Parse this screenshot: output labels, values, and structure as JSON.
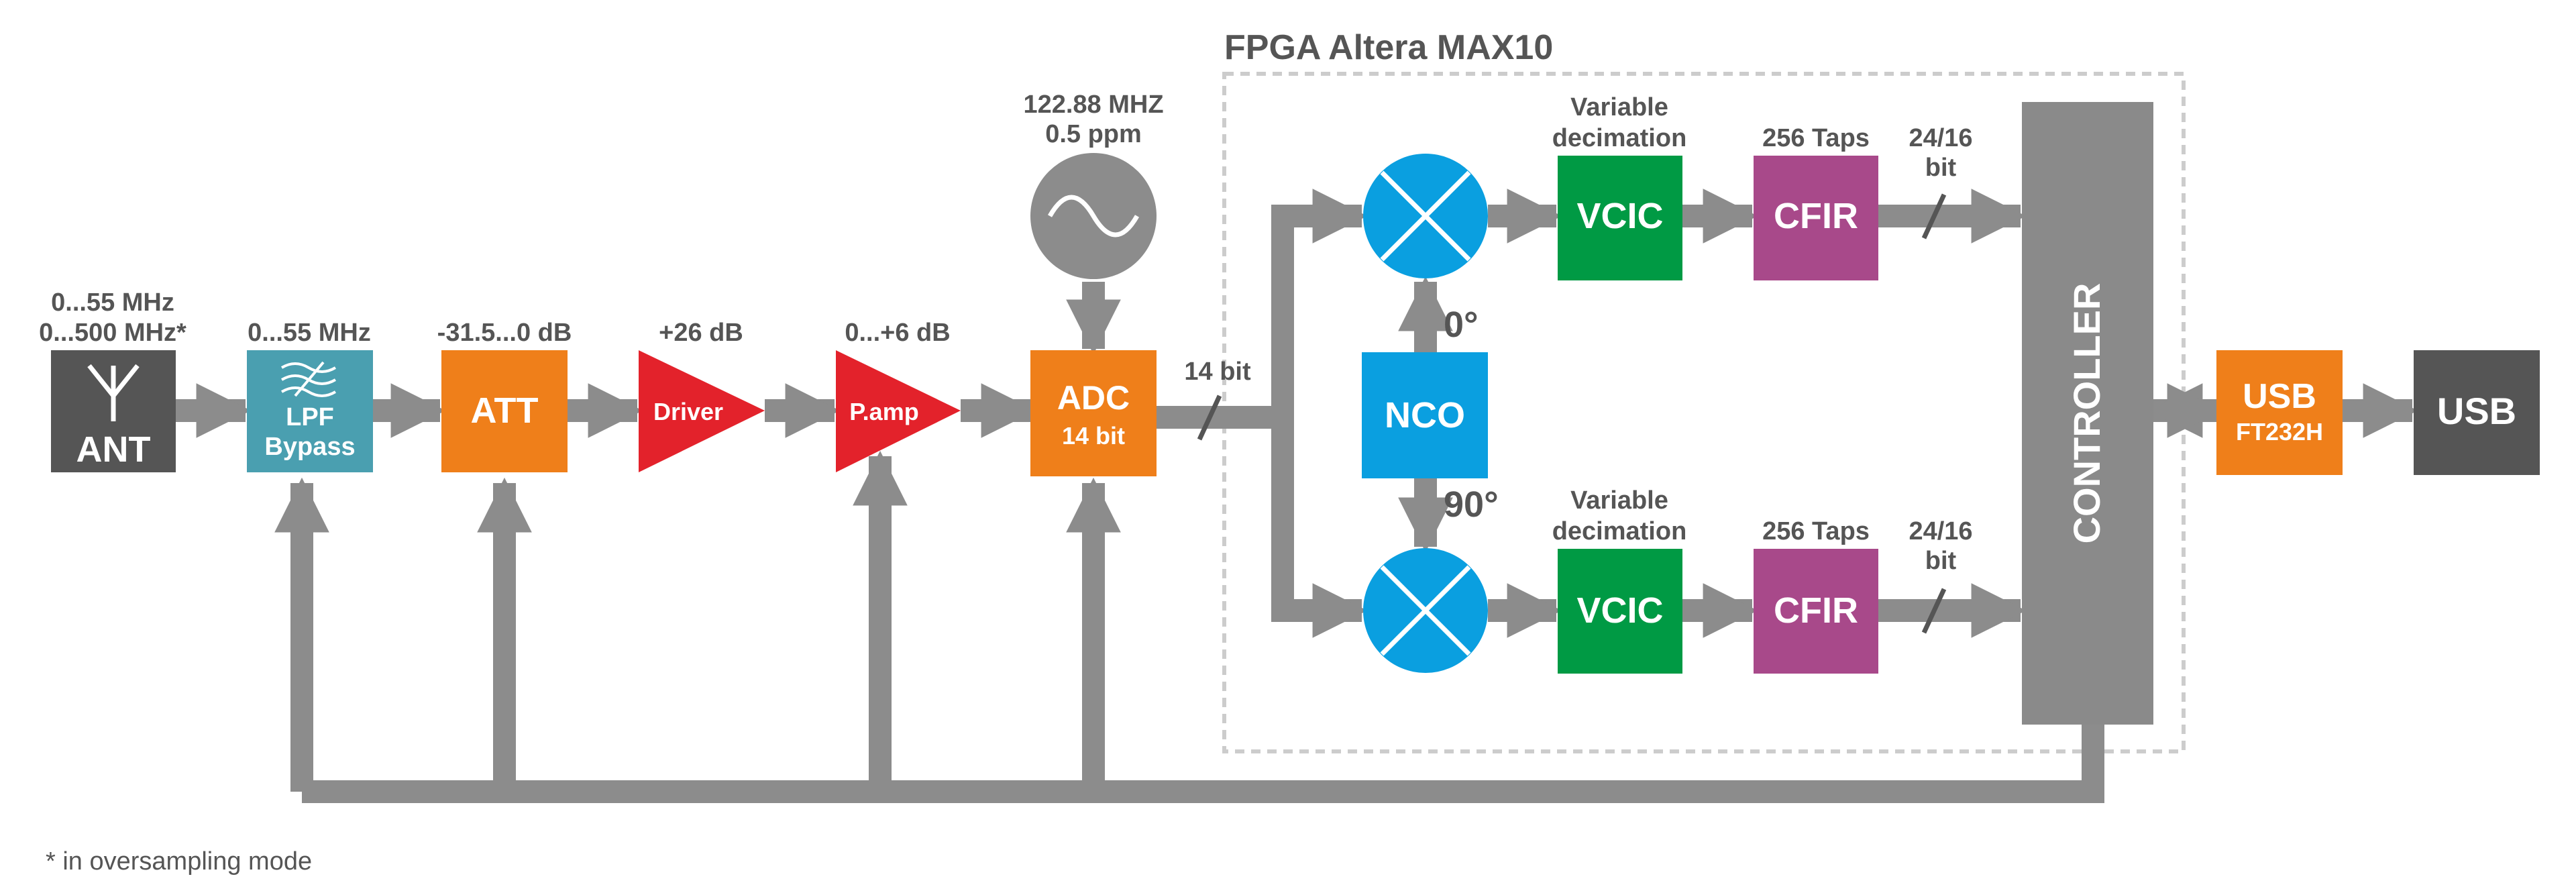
{
  "fpga": {
    "title": "FPGA Altera MAX10"
  },
  "footnote": "* in oversampling mode",
  "antenna": {
    "freq_line1": "0...55 MHz",
    "freq_line2": "0...500 MHz*",
    "label": "ANT"
  },
  "lpf": {
    "spec": "0...55 MHz",
    "line1": "LPF",
    "line2": "Bypass"
  },
  "att": {
    "spec": "-31.5...0 dB",
    "label": "ATT"
  },
  "driver": {
    "spec": "+26 dB",
    "label": "Driver"
  },
  "pamp": {
    "spec": "0...+6 dB",
    "label": "P.amp"
  },
  "oscillator": {
    "line1": "122.88 MHZ",
    "line2": "0.5 ppm"
  },
  "adc": {
    "label": "ADC",
    "bits": "14 bit",
    "bus_width": "14 bit"
  },
  "nco": {
    "label": "NCO",
    "phase_top": "0°",
    "phase_bottom": "90°"
  },
  "vcic": {
    "label": "VCIC",
    "caption1": "Variable",
    "caption2": "decimation"
  },
  "cfir": {
    "label": "CFIR",
    "taps": "256 Taps"
  },
  "bus_out": {
    "line1": "24/16",
    "line2": "bit"
  },
  "controller": {
    "label": "CONTROLLER"
  },
  "usb_chip": {
    "label": "USB",
    "model": "FT232H"
  },
  "usb_port": {
    "label": "USB"
  },
  "colors": {
    "gray_dark": "#555555",
    "gray_arrow": "#8c8c8c",
    "teal": "#4a9fb0",
    "orange": "#ef7f1a",
    "red": "#e3222b",
    "blue": "#0a9fe0",
    "green": "#009a44",
    "magenta": "#a8498a",
    "controller_gray": "#8a8a8a",
    "label_gray": "#555555"
  }
}
